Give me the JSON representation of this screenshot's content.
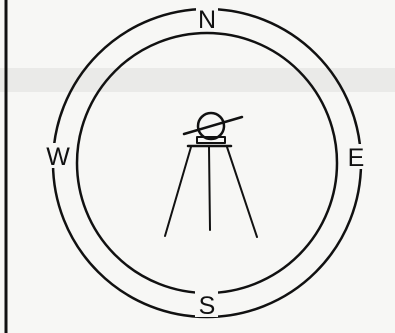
{
  "compass": {
    "north_label": "N",
    "east_label": "E",
    "south_label": "S",
    "west_label": "W"
  },
  "center_icon": "surveying-instrument-on-tripod-icon",
  "colors": {
    "ink": "#111111",
    "paper": "#f7f7f5",
    "scan_band": "#e6e6e3"
  }
}
